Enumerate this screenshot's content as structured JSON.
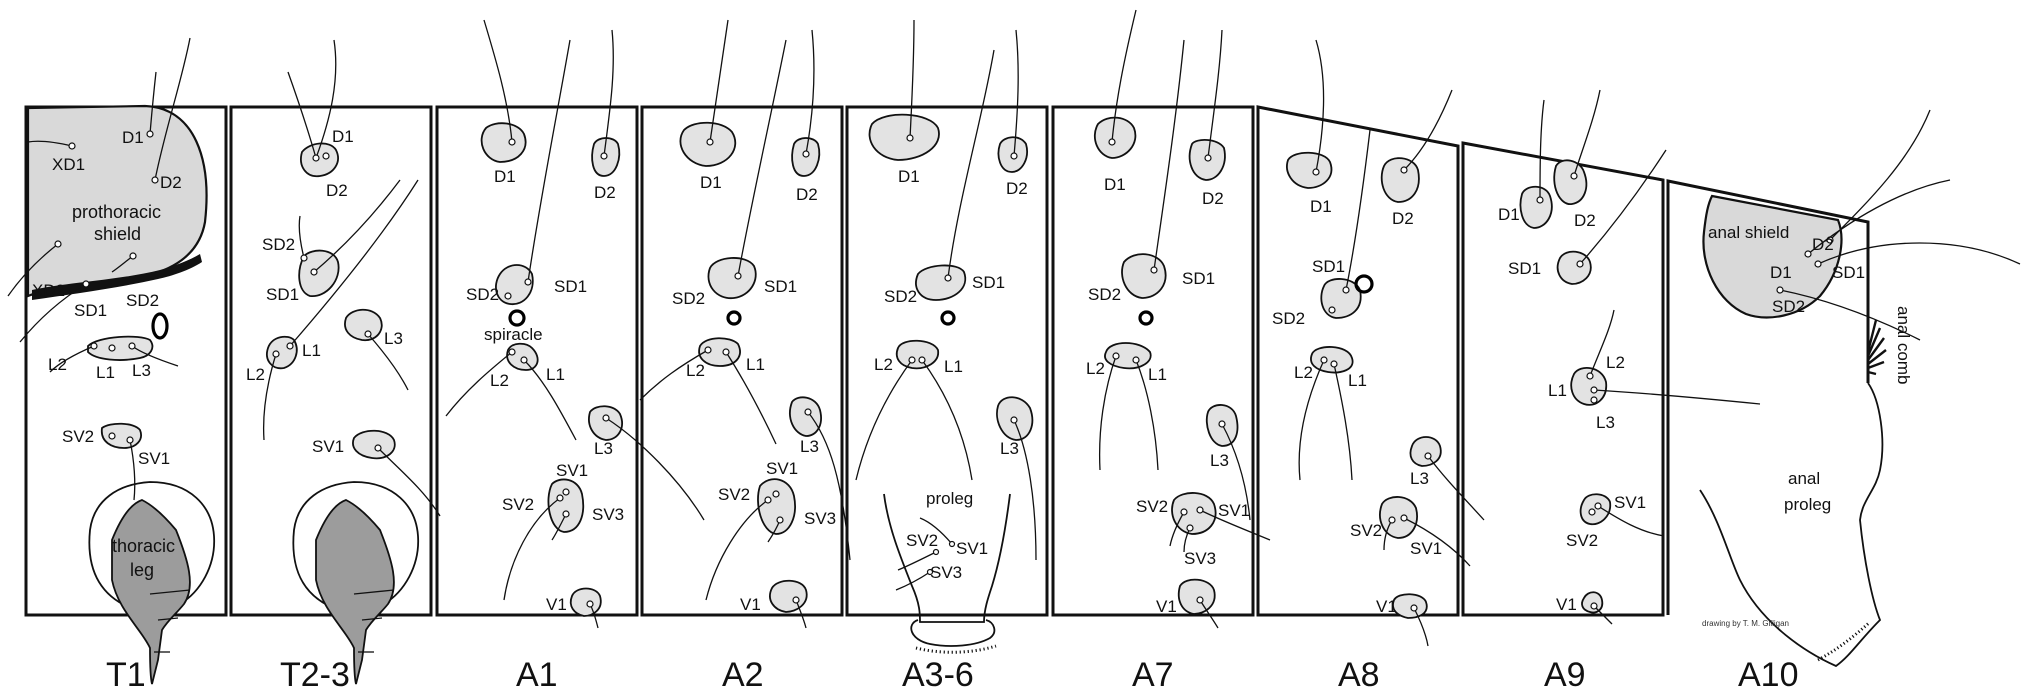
{
  "segments": {
    "t1": "T1",
    "t23": "T2-3",
    "a1": "A1",
    "a2": "A2",
    "a36": "A3-6",
    "a7": "A7",
    "a8": "A8",
    "a9": "A9",
    "a10": "A10"
  },
  "t1": {
    "d1": "D1",
    "d2": "D2",
    "xd1": "XD1",
    "xd2": "XD2",
    "shield_line1": "prothoracic",
    "shield_line2": "shield",
    "sd1": "SD1",
    "sd2": "SD2",
    "l1": "L1",
    "l2": "L2",
    "l3": "L3",
    "sv1": "SV1",
    "sv2": "SV2",
    "leg_line1": "thoracic",
    "leg_line2": "leg"
  },
  "t23": {
    "d1": "D1",
    "d2": "D2",
    "sd1": "SD1",
    "sd2": "SD2",
    "l1": "L1",
    "l2": "L2",
    "l3": "L3",
    "sv1": "SV1"
  },
  "a1": {
    "d1": "D1",
    "d2": "D2",
    "sd1": "SD1",
    "sd2": "SD2",
    "spiracle": "spiracle",
    "l1": "L1",
    "l2": "L2",
    "l3": "L3",
    "sv1": "SV1",
    "sv2": "SV2",
    "sv3": "SV3",
    "v1": "V1"
  },
  "a2": {
    "d1": "D1",
    "d2": "D2",
    "sd1": "SD1",
    "sd2": "SD2",
    "l1": "L1",
    "l2": "L2",
    "l3": "L3",
    "sv1": "SV1",
    "sv2": "SV2",
    "sv3": "SV3",
    "v1": "V1"
  },
  "a36": {
    "d1": "D1",
    "d2": "D2",
    "sd1": "SD1",
    "sd2": "SD2",
    "l1": "L1",
    "l2": "L2",
    "l3": "L3",
    "proleg": "proleg",
    "sv1": "SV1",
    "sv2": "SV2",
    "sv3": "SV3"
  },
  "a7": {
    "d1": "D1",
    "d2": "D2",
    "sd1": "SD1",
    "sd2": "SD2",
    "l1": "L1",
    "l2": "L2",
    "l3": "L3",
    "sv1": "SV1",
    "sv2": "SV2",
    "sv3": "SV3",
    "v1": "V1"
  },
  "a8": {
    "d1": "D1",
    "d2": "D2",
    "sd1": "SD1",
    "sd2": "SD2",
    "l1": "L1",
    "l2": "L2",
    "l3": "L3",
    "sv1": "SV1",
    "sv2": "SV2",
    "v1": "V1"
  },
  "a9": {
    "d1": "D1",
    "d2": "D2",
    "sd1": "SD1",
    "l1": "L1",
    "l2": "L2",
    "l3": "L3",
    "sv1": "SV1",
    "sv2": "SV2",
    "v1": "V1"
  },
  "a10": {
    "anal_shield": "anal shield",
    "d1": "D1",
    "d2": "D2",
    "sd1": "SD1",
    "sd2": "SD2",
    "anal_comb": "anal comb",
    "proleg_line1": "anal",
    "proleg_line2": "proleg"
  },
  "credit": "drawing by T. M. Gilligan"
}
